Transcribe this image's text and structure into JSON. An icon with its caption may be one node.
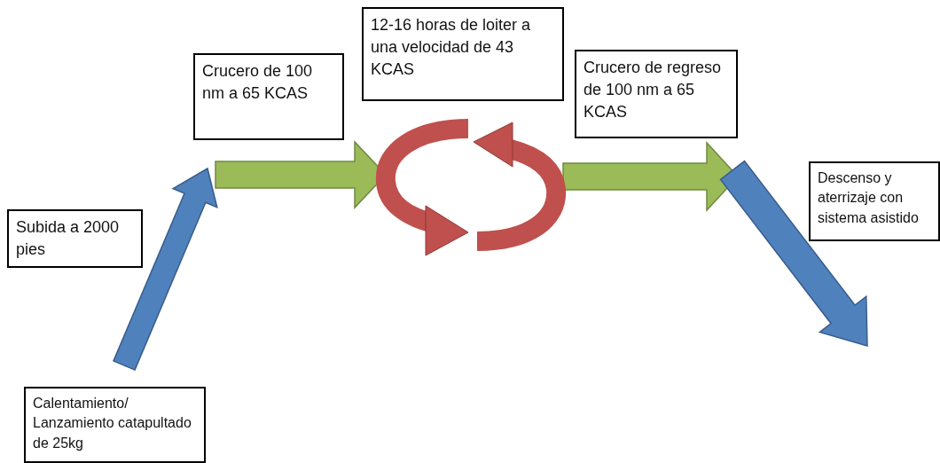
{
  "diagram": {
    "nodes": [
      {
        "text": [
          "Calentamiento/ Lanzamiento catapultado de 25kg"
        ]
      },
      {
        "text": [
          "Subida a 2000 pies"
        ]
      },
      {
        "text": [
          "Crucero de 100 nm a 65 KCAS"
        ]
      },
      {
        "text": [
          "12-16 horas de loiter a una velocidad de 43 KCAS"
        ]
      },
      {
        "text": [
          "Crucero de regreso de 100 nm a 65 KCAS"
        ]
      },
      {
        "text": [
          "Descenso  y aterrizaje con sistema asistido"
        ]
      }
    ]
  }
}
